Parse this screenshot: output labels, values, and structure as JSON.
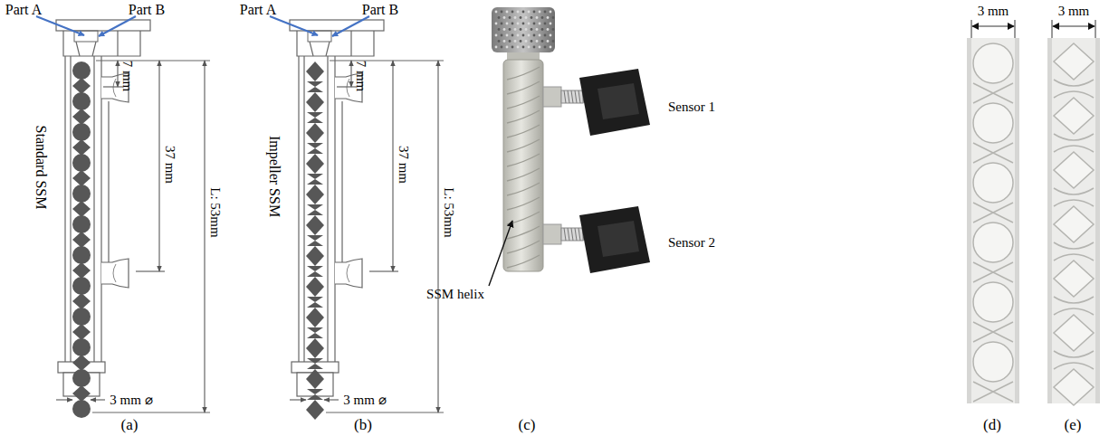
{
  "diagram": {
    "labels": [
      "Part A",
      "Part B",
      "Standard SSM",
      "7 mm",
      "37 mm",
      "L: 53mm",
      "3 mm ⌀",
      "(a)",
      "Part A",
      "Part B",
      "Impeller SSM",
      "7 mm",
      "37 mm",
      "L: 53mm",
      "3 mm ⌀",
      "(b)",
      "Sensor 1",
      "Sensor 2",
      "SSM helix",
      "(c)",
      "3 mm",
      "3 mm",
      "(d)",
      "(e)"
    ]
  }
}
